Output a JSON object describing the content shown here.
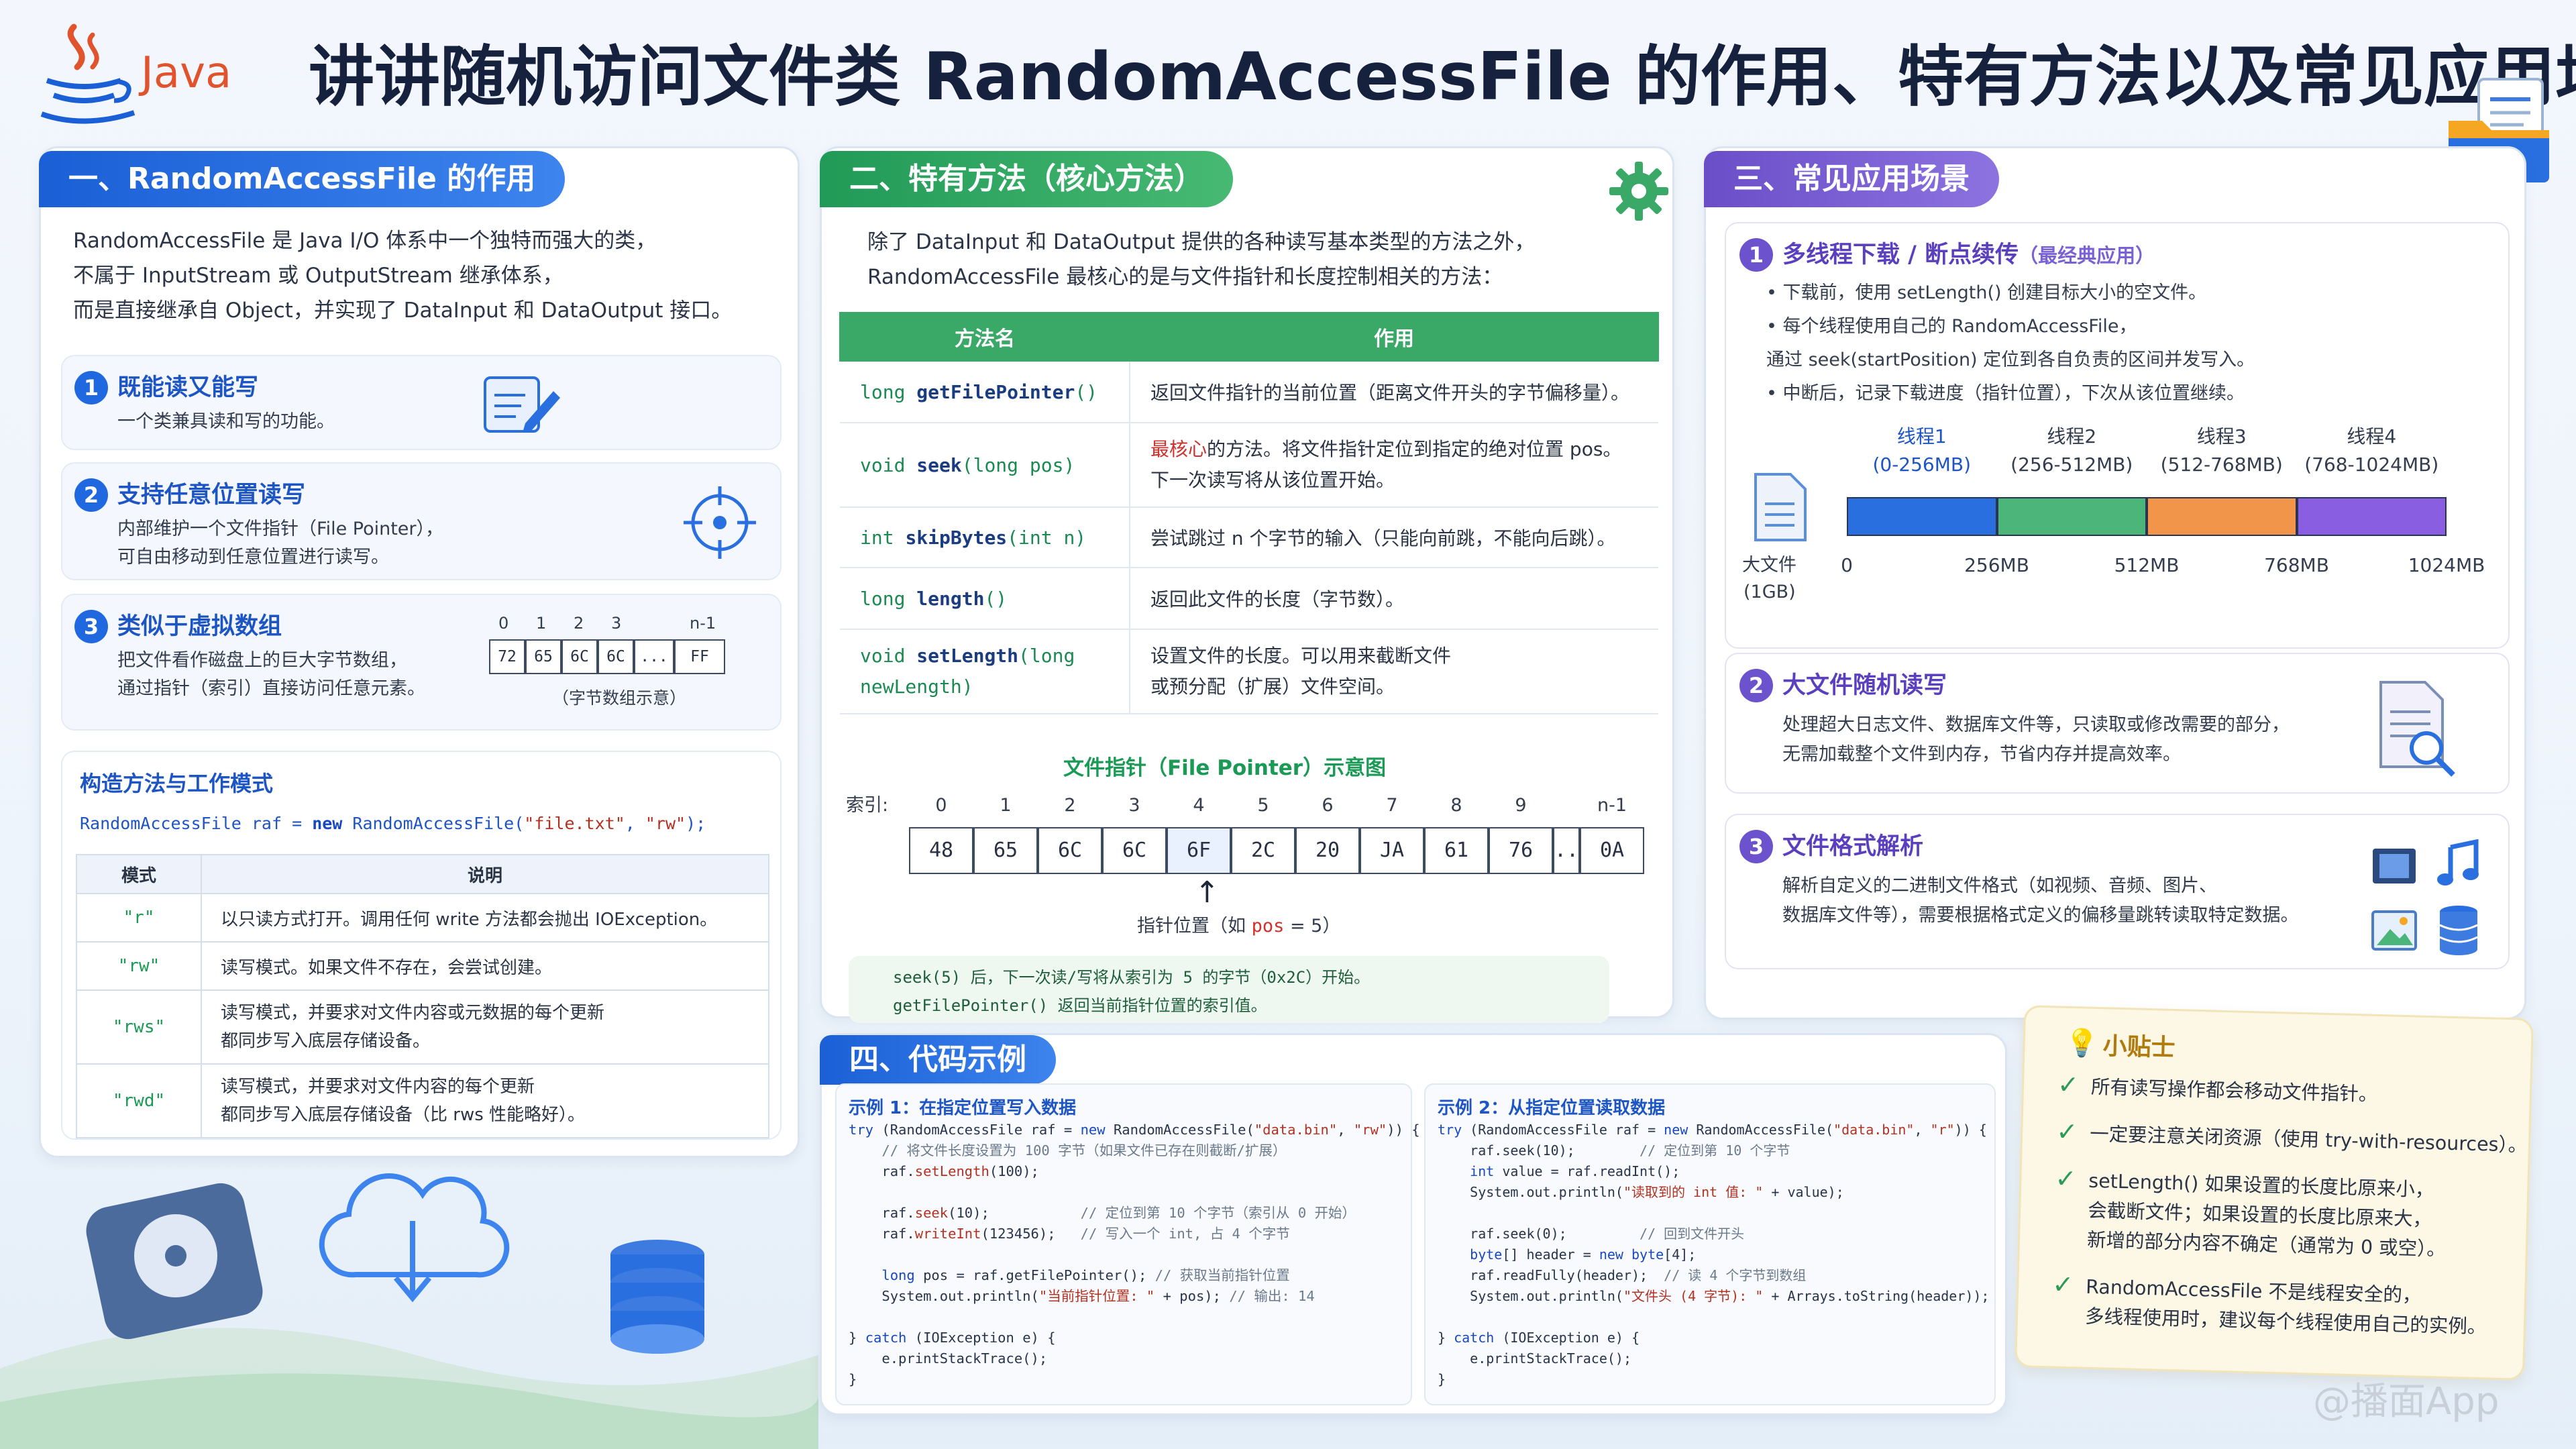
{
  "header": {
    "logo_text": "Java",
    "title": "讲讲随机访问文件类 RandomAccessFile 的作用、特有方法以及常见应用场景"
  },
  "s1": {
    "header": "一、RandomAccessFile 的作用",
    "intro": [
      "RandomAccessFile 是 Java I/O 体系中一个独特而强大的类，",
      "不属于 InputStream 或 OutputStream 继承体系，",
      "而是直接继承自 Object，并实现了 DataInput 和 DataOutput 接口。"
    ],
    "cards": [
      {
        "num": "1",
        "title": "既能读又能写",
        "lines": [
          "一个类兼具读和写的功能。"
        ]
      },
      {
        "num": "2",
        "title": "支持任意位置读写",
        "lines": [
          "内部维护一个文件指针（File Pointer），",
          "可自由移动到任意位置进行读写。"
        ]
      },
      {
        "num": "3",
        "title": "类似于虚拟数组",
        "lines": [
          "把文件看作磁盘上的巨大字节数组，",
          "通过指针（索引）直接访问任意元素。"
        ]
      }
    ],
    "array": {
      "indices": [
        "0",
        "1",
        "2",
        "3",
        "n-1"
      ],
      "cells": [
        "72",
        "65",
        "6C",
        "6C",
        "...",
        "FF"
      ],
      "caption": "（字节数组示意）"
    },
    "ctor": {
      "title": "构造方法与工作模式",
      "code_prefix": "RandomAccessFile raf = ",
      "code_new": "new",
      "code_class": " RandomAccessFile(",
      "code_arg1": "\"file.txt\"",
      "code_sep": ", ",
      "code_arg2": "\"rw\"",
      "code_end": ");",
      "col_mode": "模式",
      "col_desc": "说明",
      "rows": [
        {
          "mode": "\"r\"",
          "desc": [
            "以只读方式打开。调用任何 write 方法都会抛出 IOException。"
          ]
        },
        {
          "mode": "\"rw\"",
          "desc": [
            "读写模式。如果文件不存在，会尝试创建。"
          ]
        },
        {
          "mode": "\"rws\"",
          "desc": [
            "读写模式，并要求对文件内容或元数据的每个更新",
            "都同步写入底层存储设备。"
          ]
        },
        {
          "mode": "\"rwd\"",
          "desc": [
            "读写模式，并要求对文件内容的每个更新",
            "都同步写入底层存储设备（比 rws 性能略好）。"
          ]
        }
      ]
    }
  },
  "s2": {
    "header": "二、特有方法（核心方法）",
    "intro": [
      "除了 DataInput 和 DataOutput 提供的各种读写基本类型的方法之外，",
      "RandomAccessFile 最核心的是与文件指针和长度控制相关的方法："
    ],
    "col_method": "方法名",
    "col_effect": "作用",
    "methods": [
      {
        "ret": "long",
        "name": "getFilePointer",
        "params": "()",
        "effect": [
          "返回文件指针的当前位置（距离文件开头的字节偏移量）。"
        ]
      },
      {
        "ret": "void",
        "name": "seek",
        "params": "(long pos)",
        "effect_hl": "最核心",
        "effect": [
          "的方法。将文件指针定位到指定的绝对位置 pos。",
          "下一次读写将从该位置开始。"
        ]
      },
      {
        "ret": "int",
        "name": "skipBytes",
        "params": "(int n)",
        "effect": [
          "尝试跳过 n 个字节的输入（只能向前跳，不能向后跳）。"
        ]
      },
      {
        "ret": "long",
        "name": "length",
        "params": "()",
        "effect": [
          "返回此文件的长度（字节数）。"
        ]
      },
      {
        "ret": "void",
        "name": "setLength",
        "params": "(long",
        "params2": "newLength)",
        "effect": [
          "设置文件的长度。可以用来截断文件",
          "或预分配（扩展）文件空间。"
        ]
      }
    ],
    "pointer": {
      "title": "文件指针（File Pointer）示意图",
      "index_label": "索引:",
      "indices": [
        "0",
        "1",
        "2",
        "3",
        "4",
        "5",
        "6",
        "7",
        "8",
        "9",
        "n-1"
      ],
      "cells": [
        "48",
        "65",
        "6C",
        "6C",
        "6F",
        "2C",
        "20",
        "JA",
        "61",
        "76",
        "...",
        "0A"
      ],
      "pointer_label": "指针位置（如 ",
      "pointer_var": "pos",
      "pointer_val": " = 5）",
      "note1": "seek(5) 后，下一次读/写将从索引为 5 的字节（0x2C）开始。",
      "note2": "getFilePointer() 返回当前指针位置的索引值。"
    }
  },
  "s3": {
    "header": "三、常见应用场景",
    "scenes": [
      {
        "num": "1",
        "title": "多线程下载 / 断点续传",
        "tag": "（最经典应用）",
        "lines": [
          "• 下载前，使用 setLength() 创建目标大小的空文件。",
          "• 每个线程使用自己的 RandomAccessFile，",
          "  通过 seek(startPosition) 定位到各自负责的区间并发写入。",
          "• 中断后，记录下载进度（指针位置），下次从该位置继续。"
        ]
      },
      {
        "num": "2",
        "title": "大文件随机读写",
        "lines": [
          "处理超大日志文件、数据库文件等，只读取或修改需要的部分，",
          "无需加载整个文件到内存，节省内存并提高效率。"
        ]
      },
      {
        "num": "3",
        "title": "文件格式解析",
        "lines": [
          "解析自定义的二进制文件格式（如视频、音频、图片、",
          "数据库文件等），需要根据格式定义的偏移量跳转读取特定数据。"
        ]
      }
    ],
    "threads": [
      {
        "name": "线程1",
        "range": "(0-256MB)",
        "color": "#2a6fe0"
      },
      {
        "name": "线程2",
        "range": "(256-512MB)",
        "color": "#4cb57a"
      },
      {
        "name": "线程3",
        "range": "(512-768MB)",
        "color": "#f0954a"
      },
      {
        "name": "线程4",
        "range": "(768-1024MB)",
        "color": "#8a5ee0"
      }
    ],
    "ticks": [
      "0",
      "256MB",
      "512MB",
      "768MB",
      "1024MB"
    ],
    "file_label": "大文件",
    "file_size": "(1GB)"
  },
  "s4": {
    "header": "四、代码示例",
    "ex1_title": "示例 1：在指定位置写入数据",
    "ex2_title": "示例 2：从指定位置读取数据"
  },
  "tips": {
    "title": "小贴士",
    "items": [
      [
        "所有读写操作都会移动文件指针。"
      ],
      [
        "一定要注意关闭资源（使用 try-with-resources）。"
      ],
      [
        "setLength() 如果设置的长度比原来小，",
        "会截断文件；如果设置的长度比原来大，",
        "新增的部分内容不确定（通常为 0 或空）。"
      ],
      [
        "RandomAccessFile 不是线程安全的，",
        "多线程使用时，建议每个线程使用自己的实例。"
      ]
    ]
  },
  "watermark": "@播面App"
}
